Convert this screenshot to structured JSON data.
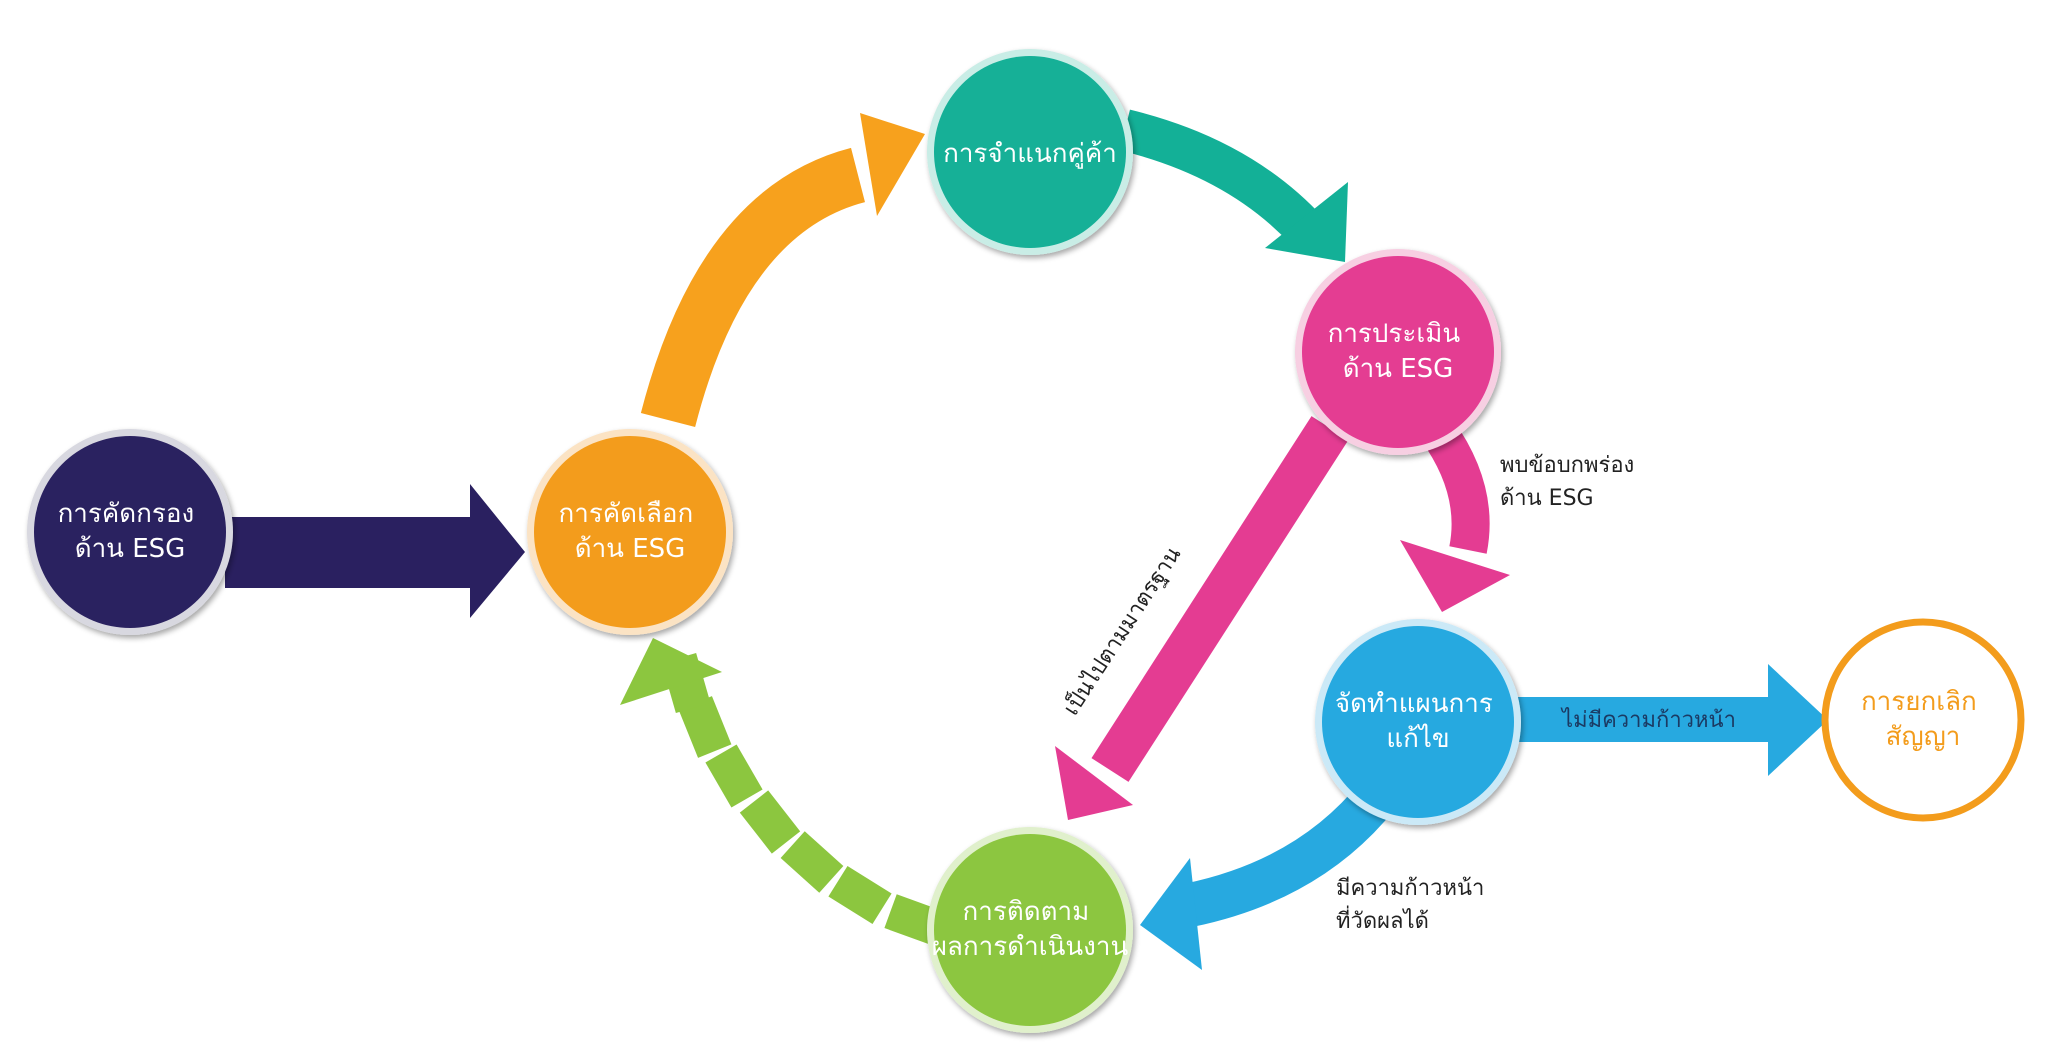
{
  "nodes": {
    "screening": {
      "lines": [
        "การคัดกรอง",
        "ด้าน ESG"
      ],
      "color": "#2a2060"
    },
    "selection": {
      "lines": [
        "การคัดเลือก",
        "ด้าน ESG"
      ],
      "color": "#f39c1c"
    },
    "classification": {
      "lines": [
        "การจำแนกคู่ค้า"
      ],
      "color": "#13b097"
    },
    "assessment": {
      "lines": [
        "การประเมิน",
        "ด้าน ESG"
      ],
      "color": "#e43c92"
    },
    "corrective": {
      "lines": [
        "จัดทำแผนการ",
        "แก้ไข"
      ],
      "color": "#27a9e0"
    },
    "monitoring": {
      "lines": [
        "การติดตาม",
        "ผลการดำเนินงาน"
      ],
      "color": "#8cc63f"
    },
    "termination": {
      "lines": [
        "การยกเลิก",
        "สัญญา"
      ],
      "color": "#f39c1c"
    }
  },
  "edge_labels": {
    "compliant": [
      "เป็นไปตามมาตรฐาน"
    ],
    "weakness": [
      "พบข้อบกพร่อง",
      "ด้าน ESG"
    ],
    "no_progress": [
      "ไม่มีความก้าวหน้า"
    ],
    "measurable": [
      "มีความก้าวหน้า",
      "ที่วัดผลได้"
    ]
  }
}
